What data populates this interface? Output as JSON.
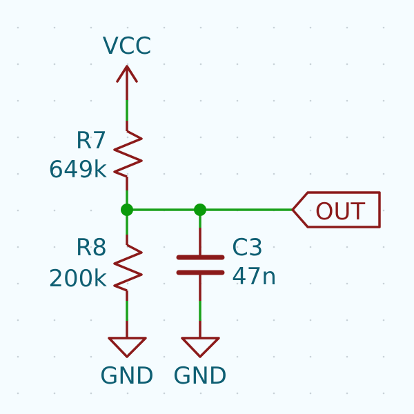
{
  "schematic": {
    "colors": {
      "background": "#f5fcff",
      "wire": "#1aa01a",
      "symbol": "#8b1a1a",
      "text": "#0f5f73",
      "grid": "#c8d2d8"
    },
    "power_top": {
      "label": "VCC"
    },
    "r7": {
      "ref": "R7",
      "value": "649k"
    },
    "r8": {
      "ref": "R8",
      "value": "200k"
    },
    "c3": {
      "ref": "C3",
      "value": "47n"
    },
    "gnd_left": {
      "label": "GND"
    },
    "gnd_right": {
      "label": "GND"
    },
    "output_label": {
      "label": "OUT"
    }
  }
}
